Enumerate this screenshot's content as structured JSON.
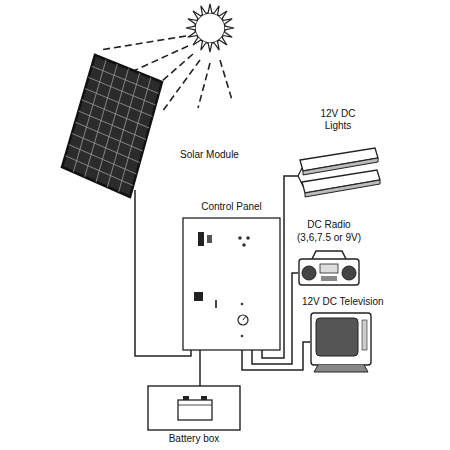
{
  "diagram": {
    "nodes": [
      {
        "text": [
          "Solar Module"
        ]
      },
      {
        "text": [
          "Control Panel"
        ]
      },
      {
        "text": [
          "12V DC Lights"
        ]
      },
      {
        "text": [
          "DC Radio",
          "(3,6,7.5 or 9V)"
        ]
      },
      {
        "text": [
          "12V DC Television"
        ]
      },
      {
        "text": [
          "Battery box"
        ]
      }
    ],
    "edges": [
      {
        "from": 0,
        "to": 1,
        "arrow": "none"
      },
      {
        "from": 1,
        "to": 5,
        "arrow": "none"
      },
      {
        "from": 1,
        "to": 2,
        "arrow": "none"
      },
      {
        "from": 1,
        "to": 3,
        "arrow": "none"
      },
      {
        "from": 1,
        "to": 4,
        "arrow": "none"
      }
    ]
  }
}
